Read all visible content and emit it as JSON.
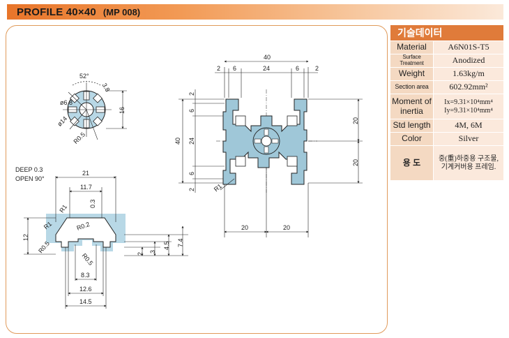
{
  "header": {
    "title": "PROFILE 40×40",
    "code": "(MP 008)"
  },
  "spec": {
    "heading": "기술데이터",
    "rows": [
      {
        "label": "Material",
        "value": "A6N01S-T5"
      },
      {
        "label": "Surface Treatment",
        "value": "Anodized"
      },
      {
        "label": "Weight",
        "value": "1.63kg/m"
      },
      {
        "label": "Section area",
        "value": "602.92mm²"
      },
      {
        "label": "Moment of inertia",
        "value_1": "Ix=9.31×10⁴mm⁴",
        "value_2": "Iy=9.31×10⁴mm⁴"
      },
      {
        "label": "Std length",
        "value": "4M, 6M"
      },
      {
        "label": "Color",
        "value": "Silver"
      },
      {
        "label": "용  도",
        "value_1": "중(重)하중용 구조물,",
        "value_2": "기계커버용 프레임."
      }
    ]
  },
  "bore_detail": {
    "angle": "52°",
    "dims": [
      "ø6.8",
      "ø14",
      "R0.5",
      "16",
      "3.8"
    ]
  },
  "profile_section": {
    "top_overall": "40",
    "top_segments": [
      "2",
      "6",
      "24",
      "6",
      "2"
    ],
    "left_overall": "40",
    "left_segments": [
      "2",
      "6",
      "24",
      "6",
      "2"
    ],
    "right_segments": [
      "20",
      "20"
    ],
    "bottom_segments": [
      "20",
      "20"
    ],
    "corner_radius": "R1"
  },
  "slot_detail": {
    "notes": [
      "DEEP 0.3",
      "OPEN 90°"
    ],
    "dims": {
      "top_width": "21",
      "inner_width": "11.7",
      "r1_a": "R1",
      "r1_b": "R1",
      "depth_03": "0.3",
      "r02": "R0.2",
      "height_12": "12",
      "r05_a": "R0.5",
      "r05_b": "R0.5",
      "d2": "2",
      "d3": "3",
      "d45": "4.5",
      "d74": "7.4",
      "w83": "8.3",
      "w126": "12.6",
      "w145": "14.5"
    }
  }
}
